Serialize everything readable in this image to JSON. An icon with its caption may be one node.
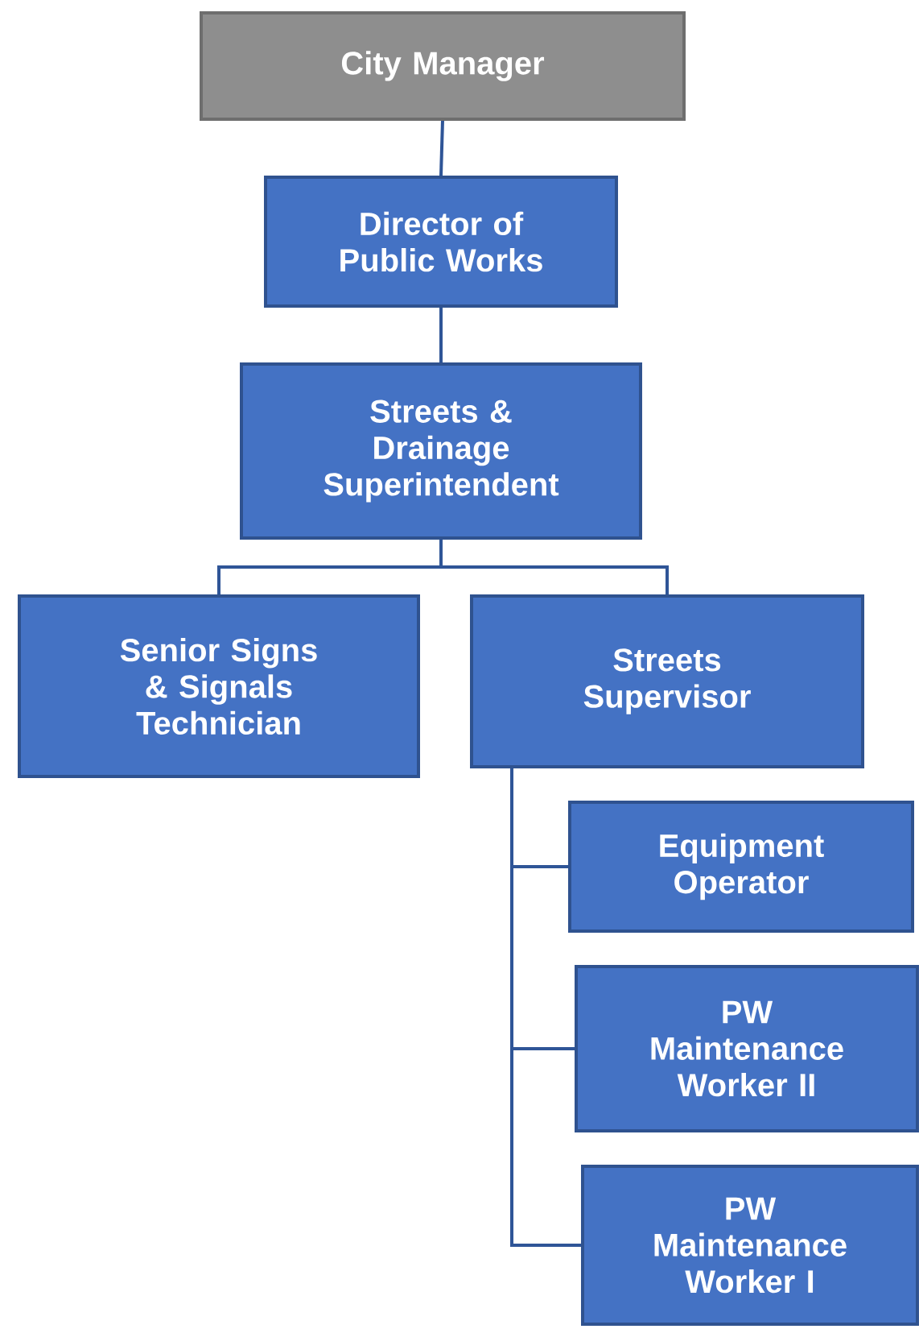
{
  "diagram": {
    "nodes": [
      {
        "text": [
          "City Manager"
        ]
      },
      {
        "text": [
          "Director of Public Works"
        ]
      },
      {
        "text": [
          "Streets & Drainage Superintendent"
        ]
      },
      {
        "text": [
          "Senior Signs & Signals Technician"
        ]
      },
      {
        "text": [
          "Streets Supervisor"
        ]
      },
      {
        "text": [
          "Equipment Operator"
        ]
      },
      {
        "text": [
          "PW Maintenance Worker II"
        ]
      },
      {
        "text": [
          "PW Maintenance Worker I"
        ]
      }
    ],
    "edges": [
      {
        "from": 0,
        "to": 1,
        "arrow": "none"
      },
      {
        "from": 1,
        "to": 2,
        "arrow": "none"
      },
      {
        "from": 2,
        "to": 3,
        "arrow": "none"
      },
      {
        "from": 2,
        "to": 4,
        "arrow": "none"
      },
      {
        "from": 4,
        "to": 5,
        "arrow": "none"
      },
      {
        "from": 4,
        "to": 6,
        "arrow": "none"
      },
      {
        "from": 4,
        "to": 7,
        "arrow": "none"
      }
    ]
  }
}
